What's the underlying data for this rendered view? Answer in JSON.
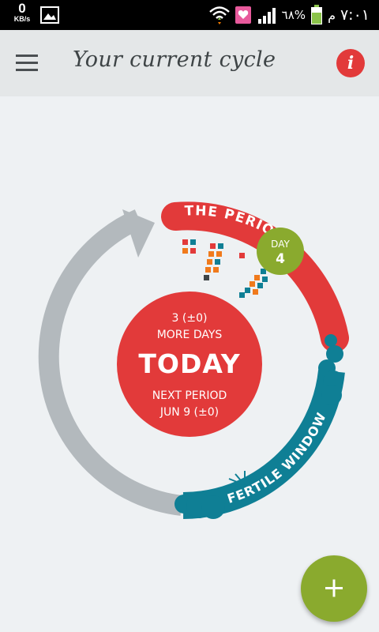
{
  "status_bar": {
    "net_speed_value": "0",
    "net_speed_unit": "KB/s",
    "battery_percent": "٦٨%",
    "carrier": "م",
    "time": "٧:٠١"
  },
  "app_bar": {
    "title": "Your current cycle",
    "info_label": "i"
  },
  "cycle": {
    "period_label": "THE PERIOD",
    "fertile_label": "FERTILE WINDOW",
    "day_badge_label": "DAY",
    "day_number": "4",
    "days_left_line": "3 (±0)",
    "more_days_text": "MORE DAYS",
    "today_text": "TODAY",
    "next_period_text": "NEXT PERIOD",
    "next_period_date": "JUN 9 (±0)"
  },
  "colors": {
    "period_red": "#e23a3a",
    "fertile_teal": "#0f7f95",
    "ring_grey": "#b3b9bd",
    "day_green": "#8aaa2e",
    "fab_green": "#8aaa2e"
  },
  "fab": {
    "icon": "plus-icon"
  }
}
